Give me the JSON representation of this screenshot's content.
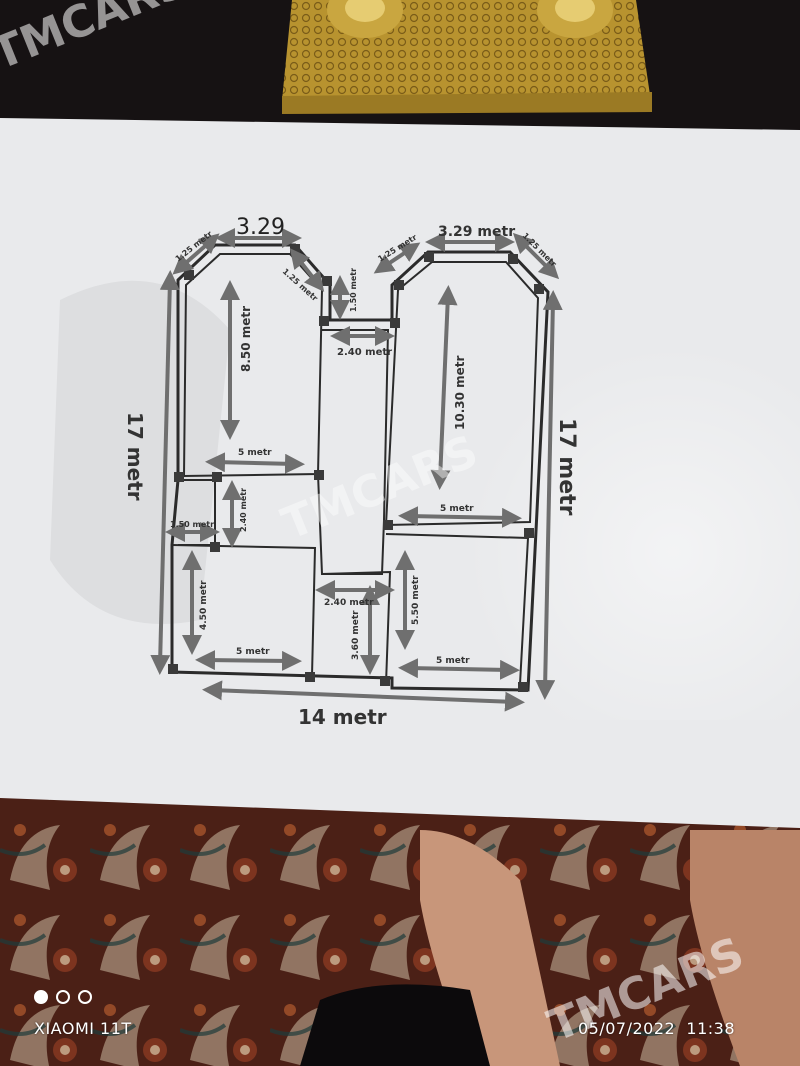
{
  "watermark": "TMCARS",
  "plan": {
    "top_left_width": "3.29",
    "top_right_width": "3.29 metr",
    "diagonal": "1.25 metr",
    "left_height": "17 metr",
    "right_height": "17 metr",
    "bottom_width": "14 metr",
    "room_a_height": "8.50 metr",
    "room_b_height": "10.30 metr",
    "small_top_height": "1.50 metr",
    "corridor_width": "2.40 metr",
    "five_metr": "5 metr",
    "left_gap_height": "2.40 metr",
    "left_gap_width": "1.50 metr",
    "room_c_height": "4.50 metr",
    "bath_width": "2.40 metr",
    "bath_height": "3.60 metr",
    "room_d_height": "5.50 metr"
  },
  "camera": {
    "model": "XIAOMI 11T",
    "timestamp": "05/07/2022  11:38"
  },
  "colors": {
    "paper": "#e9eaec",
    "brass": "#b8932f",
    "carpet": "#5a2a1c",
    "wall": "#2b2b2b",
    "arrow": "#6f6f6f"
  }
}
